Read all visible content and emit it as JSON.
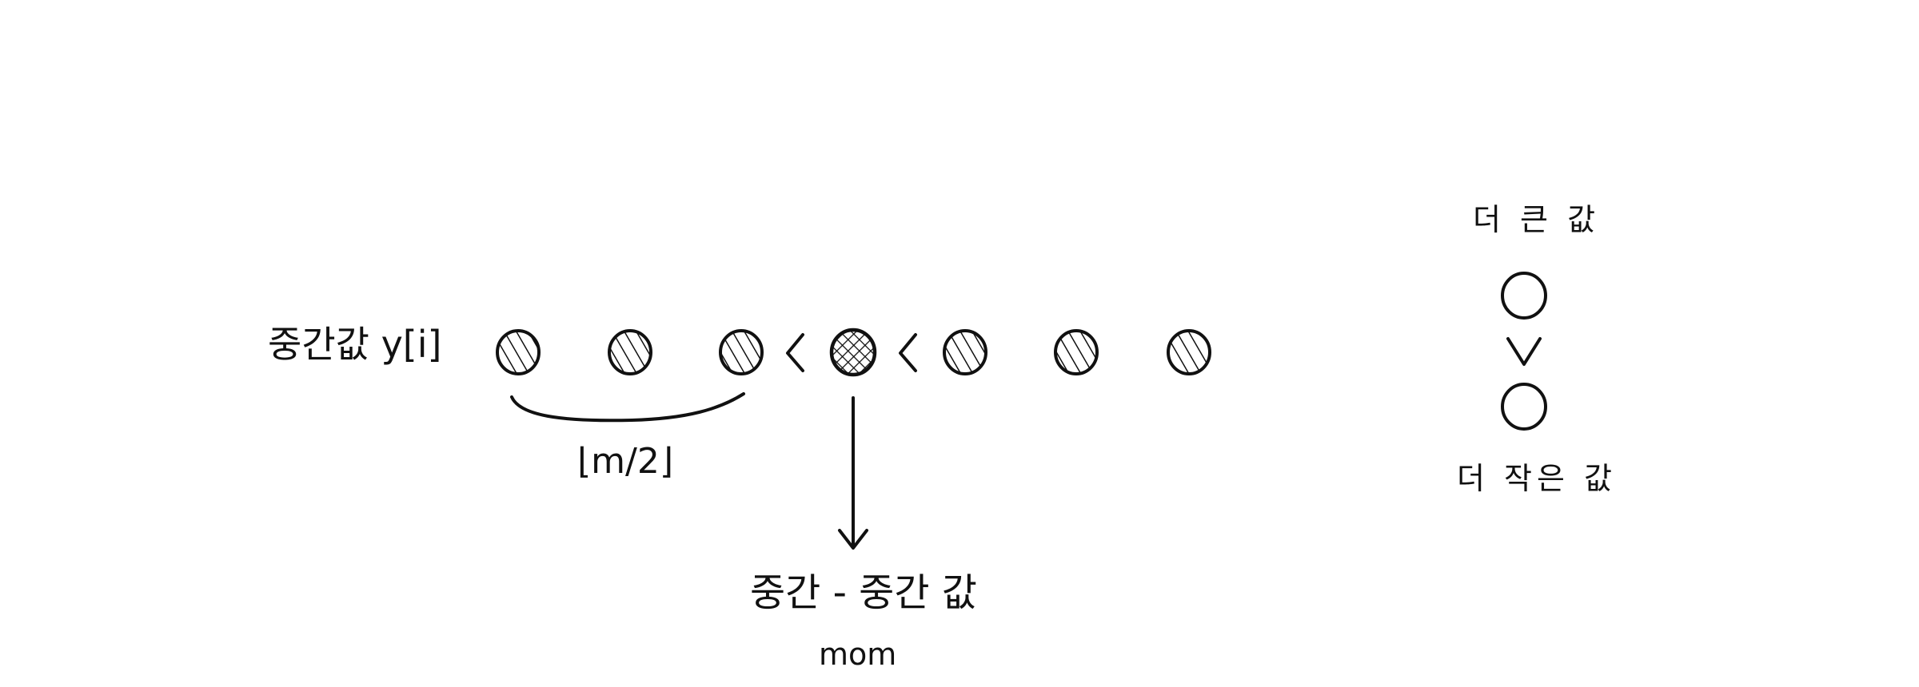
{
  "diagram": {
    "median_label": "중간값 y[i]",
    "floor_label": "⌊m/2⌋",
    "mom_korean_label": "중간 - 중간 값",
    "mom_label": "mom",
    "bigger_label": "더 큰 값",
    "smaller_label": "더 작은 값",
    "comparison_symbol": "<",
    "legend_comparison_symbol": ">",
    "ink_color": "#111111",
    "median_count": 7,
    "highlighted_index": 3
  }
}
